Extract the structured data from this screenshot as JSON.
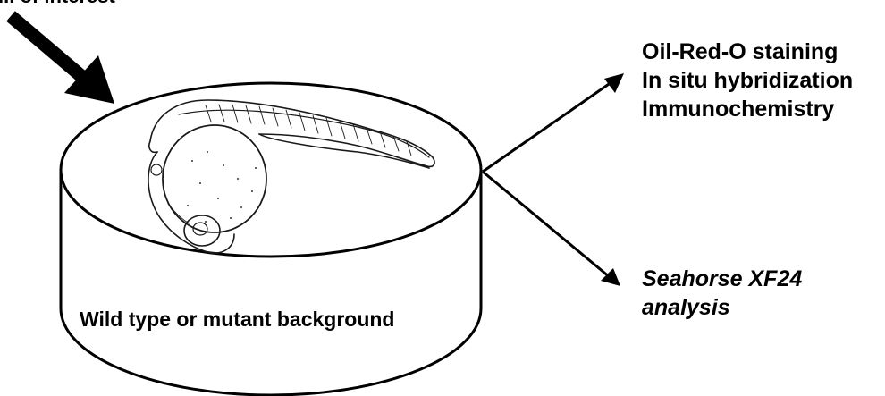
{
  "diagram": {
    "top_label_fragment": "... of interest",
    "dish_label": "Wild type or mutant background",
    "outcomes_upper": [
      "Oil-Red-O staining",
      "In situ hybridization",
      "Immunochemistry"
    ],
    "outcome_lower": {
      "line1": "Seahorse XF24",
      "line2": "analysis"
    },
    "icons": {
      "input_arrow": "arrow-down-right-icon",
      "embryo": "zebrafish-embryo-illustration",
      "dish": "culture-dish-cylinder"
    },
    "colors": {
      "ink": "#000000",
      "background": "#ffffff"
    }
  }
}
